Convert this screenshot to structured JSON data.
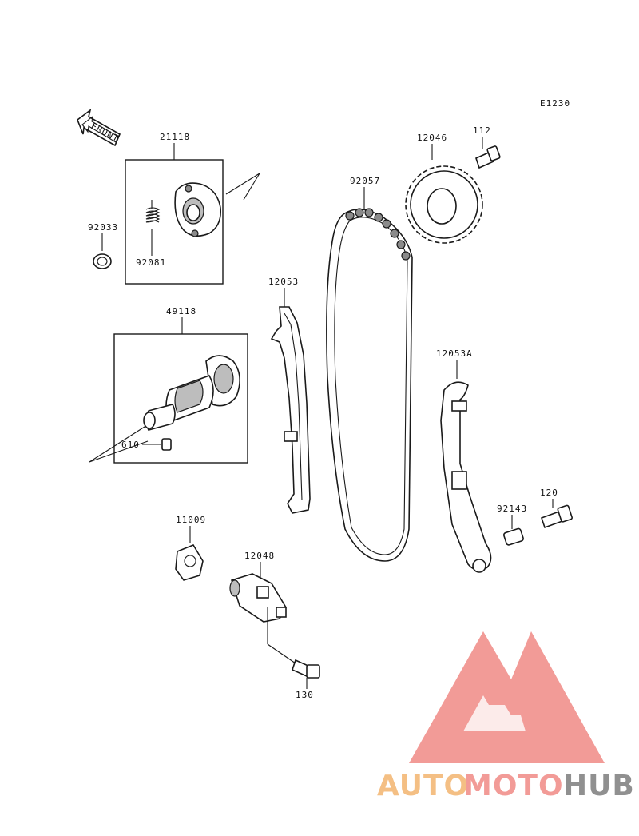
{
  "diagram_code": "E1230",
  "front_label": "FRONT",
  "parts": {
    "p21118": "21118",
    "p92033": "92033",
    "p92081": "92081",
    "p49118": "49118",
    "p610": "610",
    "p12053": "12053",
    "p92057": "92057",
    "p12046": "12046",
    "p112": "112",
    "p12053A": "12053A",
    "p120": "120",
    "p92143": "92143",
    "p11009": "11009",
    "p12048": "12048",
    "p130": "130"
  },
  "watermark": {
    "part1": "AUTO",
    "part2": "MOTO",
    "part3": "HUB",
    "colors": {
      "auto": "#f3b46f",
      "moto": "#f08a86",
      "hub": "#7d7d7d",
      "logo": "#f08a86"
    }
  }
}
